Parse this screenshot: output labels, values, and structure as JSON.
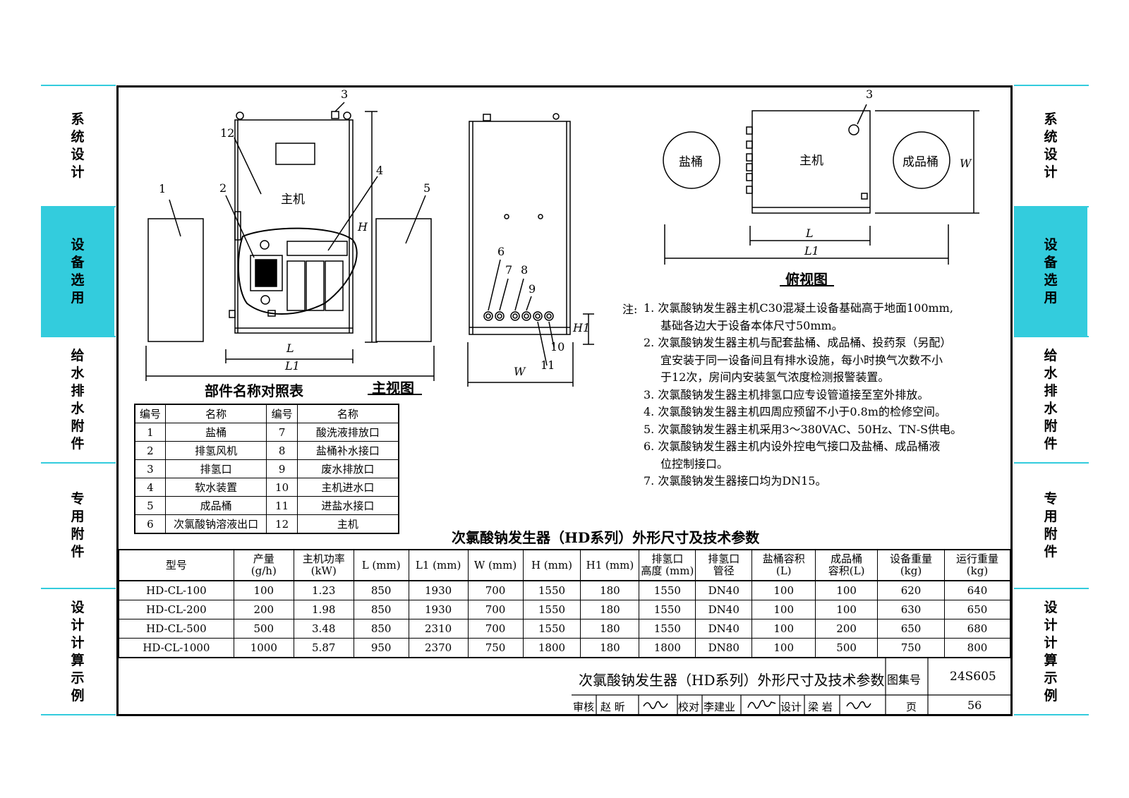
{
  "sidebar_left": [
    {
      "label": "系统设计",
      "active": false
    },
    {
      "label": "设备选用",
      "active": true
    },
    {
      "label": "给水排水附件",
      "active": false
    },
    {
      "label": "专用附件",
      "active": false
    },
    {
      "label": "设计计算示例",
      "active": false
    }
  ],
  "sidebar_right": [
    {
      "label": "系统设计",
      "active": false
    },
    {
      "label": "设备选用",
      "active": true
    },
    {
      "label": "给水排水附件",
      "active": false
    },
    {
      "label": "专用附件",
      "active": false
    },
    {
      "label": "设计计算示例",
      "active": false
    }
  ],
  "accent_color": "#33ccdd",
  "front_view": {
    "title": "主视图",
    "host_label": "主机",
    "callouts": [
      "1",
      "2",
      "3",
      "4",
      "5",
      "12"
    ],
    "dim_L": "L",
    "dim_L1": "L1",
    "dim_H": "H"
  },
  "side_view": {
    "callouts": [
      "6",
      "7",
      "8",
      "9",
      "10",
      "11"
    ],
    "dim_W": "W",
    "dim_H1": "H1"
  },
  "top_view": {
    "title": "俯视图",
    "salt_bucket": "盐桶",
    "host": "主机",
    "product_bucket": "成品桶",
    "callout": "3",
    "dim_L": "L",
    "dim_L1": "L1",
    "dim_W": "W"
  },
  "notes": {
    "prefix": "注:",
    "items": [
      "1.  次氯酸钠发生器主机C30混凝土设备基础高于地面100mm,",
      "基础各边大于设备本体尺寸50mm。",
      "2. 次氯酸钠发生器主机与配套盐桶、成品桶、投药泵（另配）",
      "宜安装于同一设备间且有排水设施，每小时换气次数不小",
      "于12次，房间内安装氢气浓度检测报警装置。",
      "3.  次氯酸钠发生器主机排氢口应专设管道接至室外排放。",
      "4.  次氯酸钠发生器主机四周应预留不小于0.8m的检修空间。",
      "5.  次氯酸钠发生器主机采用3～380VAC、50Hz、TN-S供电。",
      "6.  次氯酸钠发生器主机内设外控电气接口及盐桶、成品桶液",
      "位控制接口。",
      "7.  次氯酸钠发生器接口均为DN15。"
    ]
  },
  "parts_table": {
    "title": "部件名称对照表",
    "headers": [
      "编号",
      "名称",
      "编号",
      "名称"
    ],
    "rows": [
      [
        "1",
        "盐桶",
        "7",
        "酸洗液排放口"
      ],
      [
        "2",
        "排氢风机",
        "8",
        "盐桶补水接口"
      ],
      [
        "3",
        "排氢口",
        "9",
        "废水排放口"
      ],
      [
        "4",
        "软水装置",
        "10",
        "主机进水口"
      ],
      [
        "5",
        "成品桶",
        "11",
        "进盐水接口"
      ],
      [
        "6",
        "次氯酸钠溶液出口",
        "12",
        "主机"
      ]
    ]
  },
  "spec_table": {
    "title": "次氯酸钠发生器（HD系列）外形尺寸及技术参数",
    "headers": [
      [
        "型号"
      ],
      [
        "产量",
        "(g/h)"
      ],
      [
        "主机功率",
        "(kW)"
      ],
      [
        "L (mm)"
      ],
      [
        "L1 (mm)"
      ],
      [
        "W (mm)"
      ],
      [
        "H (mm)"
      ],
      [
        "H1 (mm)"
      ],
      [
        "排氢口",
        "高度 (mm)"
      ],
      [
        "排氢口",
        "管径"
      ],
      [
        "盐桶容积",
        "(L)"
      ],
      [
        "成品桶",
        "容积(L)"
      ],
      [
        "设备重量",
        "(kg)"
      ],
      [
        "运行重量",
        "(kg)"
      ]
    ],
    "rows": [
      [
        "HD-CL-100",
        "100",
        "1.23",
        "850",
        "1930",
        "700",
        "1550",
        "180",
        "1550",
        "DN40",
        "100",
        "100",
        "620",
        "640"
      ],
      [
        "HD-CL-200",
        "200",
        "1.98",
        "850",
        "1930",
        "700",
        "1550",
        "180",
        "1550",
        "DN40",
        "100",
        "100",
        "630",
        "650"
      ],
      [
        "HD-CL-500",
        "500",
        "3.48",
        "850",
        "2310",
        "700",
        "1550",
        "180",
        "1550",
        "DN40",
        "100",
        "200",
        "650",
        "680"
      ],
      [
        "HD-CL-1000",
        "1000",
        "5.87",
        "950",
        "2370",
        "750",
        "1800",
        "180",
        "1800",
        "DN80",
        "100",
        "500",
        "750",
        "800"
      ]
    ]
  },
  "title_block": {
    "drawing_title": "次氯酸钠发生器（HD系列）外形尺寸及技术参数",
    "atlas_label": "图集号",
    "atlas_no": "24S605",
    "review_label": "审核",
    "reviewer": "赵 昕",
    "check_label": "校对",
    "checker": "李建业",
    "design_label": "设计",
    "designer": "梁 岩",
    "page_label": "页",
    "page_no": "56"
  }
}
